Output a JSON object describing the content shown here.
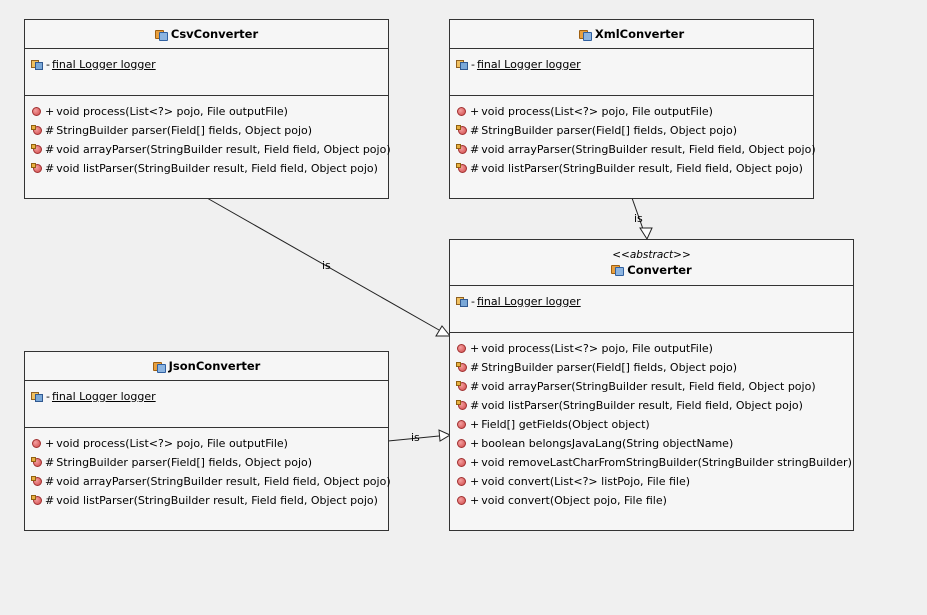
{
  "classes": {
    "csv": {
      "name": "CsvConverter",
      "fields": [
        {
          "vis": "-",
          "text": "final Logger logger"
        }
      ],
      "methods": [
        {
          "vis": "+",
          "icon": "public-method",
          "text": "void process(List<?> pojo, File outputFile)"
        },
        {
          "vis": "#",
          "icon": "protected-method",
          "text": "StringBuilder parser(Field[] fields, Object pojo)"
        },
        {
          "vis": "#",
          "icon": "protected-method",
          "text": "void arrayParser(StringBuilder result, Field field, Object pojo)"
        },
        {
          "vis": "#",
          "icon": "protected-method",
          "text": "void listParser(StringBuilder result, Field field, Object pojo)"
        }
      ]
    },
    "xml": {
      "name": "XmlConverter",
      "fields": [
        {
          "vis": "-",
          "text": "final Logger logger"
        }
      ],
      "methods": [
        {
          "vis": "+",
          "icon": "public-method",
          "text": "void process(List<?> pojo, File outputFile)"
        },
        {
          "vis": "#",
          "icon": "protected-method",
          "text": "StringBuilder parser(Field[] fields, Object pojo)"
        },
        {
          "vis": "#",
          "icon": "protected-method",
          "text": "void arrayParser(StringBuilder result, Field field, Object pojo)"
        },
        {
          "vis": "#",
          "icon": "protected-method",
          "text": "void listParser(StringBuilder result, Field field, Object pojo)"
        }
      ]
    },
    "json": {
      "name": "JsonConverter",
      "fields": [
        {
          "vis": "-",
          "text": "final Logger logger"
        }
      ],
      "methods": [
        {
          "vis": "+",
          "icon": "public-method",
          "text": "void process(List<?> pojo, File outputFile)"
        },
        {
          "vis": "#",
          "icon": "protected-method",
          "text": "StringBuilder parser(Field[] fields, Object pojo)"
        },
        {
          "vis": "#",
          "icon": "protected-method",
          "text": "void arrayParser(StringBuilder result, Field field, Object pojo)"
        },
        {
          "vis": "#",
          "icon": "protected-method",
          "text": "void listParser(StringBuilder result, Field field, Object pojo)"
        }
      ]
    },
    "converter": {
      "stereotype": "<<abstract>>",
      "name": "Converter",
      "fields": [
        {
          "vis": "-",
          "text": "final Logger logger"
        }
      ],
      "methods": [
        {
          "vis": "+",
          "icon": "public-method",
          "text": "void process(List<?> pojo, File outputFile)"
        },
        {
          "vis": "#",
          "icon": "protected-method",
          "text": "StringBuilder parser(Field[] fields, Object pojo)"
        },
        {
          "vis": "#",
          "icon": "protected-method",
          "text": "void arrayParser(StringBuilder result, Field field, Object pojo)"
        },
        {
          "vis": "#",
          "icon": "protected-method",
          "text": "void listParser(StringBuilder result, Field field, Object pojo)"
        },
        {
          "vis": "+",
          "icon": "public-method",
          "text": "Field[] getFields(Object object)"
        },
        {
          "vis": "+",
          "icon": "public-method",
          "text": "boolean belongsJavaLang(String objectName)"
        },
        {
          "vis": "+",
          "icon": "public-method",
          "text": "void removeLastCharFromStringBuilder(StringBuilder stringBuilder)"
        },
        {
          "vis": "+",
          "icon": "public-method",
          "text": "void convert(List<?> listPojo, File file)"
        },
        {
          "vis": "+",
          "icon": "public-method",
          "text": "void convert(Object pojo, File file)"
        }
      ]
    }
  },
  "relations": [
    {
      "from": "CsvConverter",
      "to": "Converter",
      "label": "is"
    },
    {
      "from": "XmlConverter",
      "to": "Converter",
      "label": "is"
    },
    {
      "from": "JsonConverter",
      "to": "Converter",
      "label": "is"
    }
  ],
  "colors": {
    "background": "#f0f0f0",
    "class_fill": "#f6f6f6",
    "border": "#333333"
  }
}
